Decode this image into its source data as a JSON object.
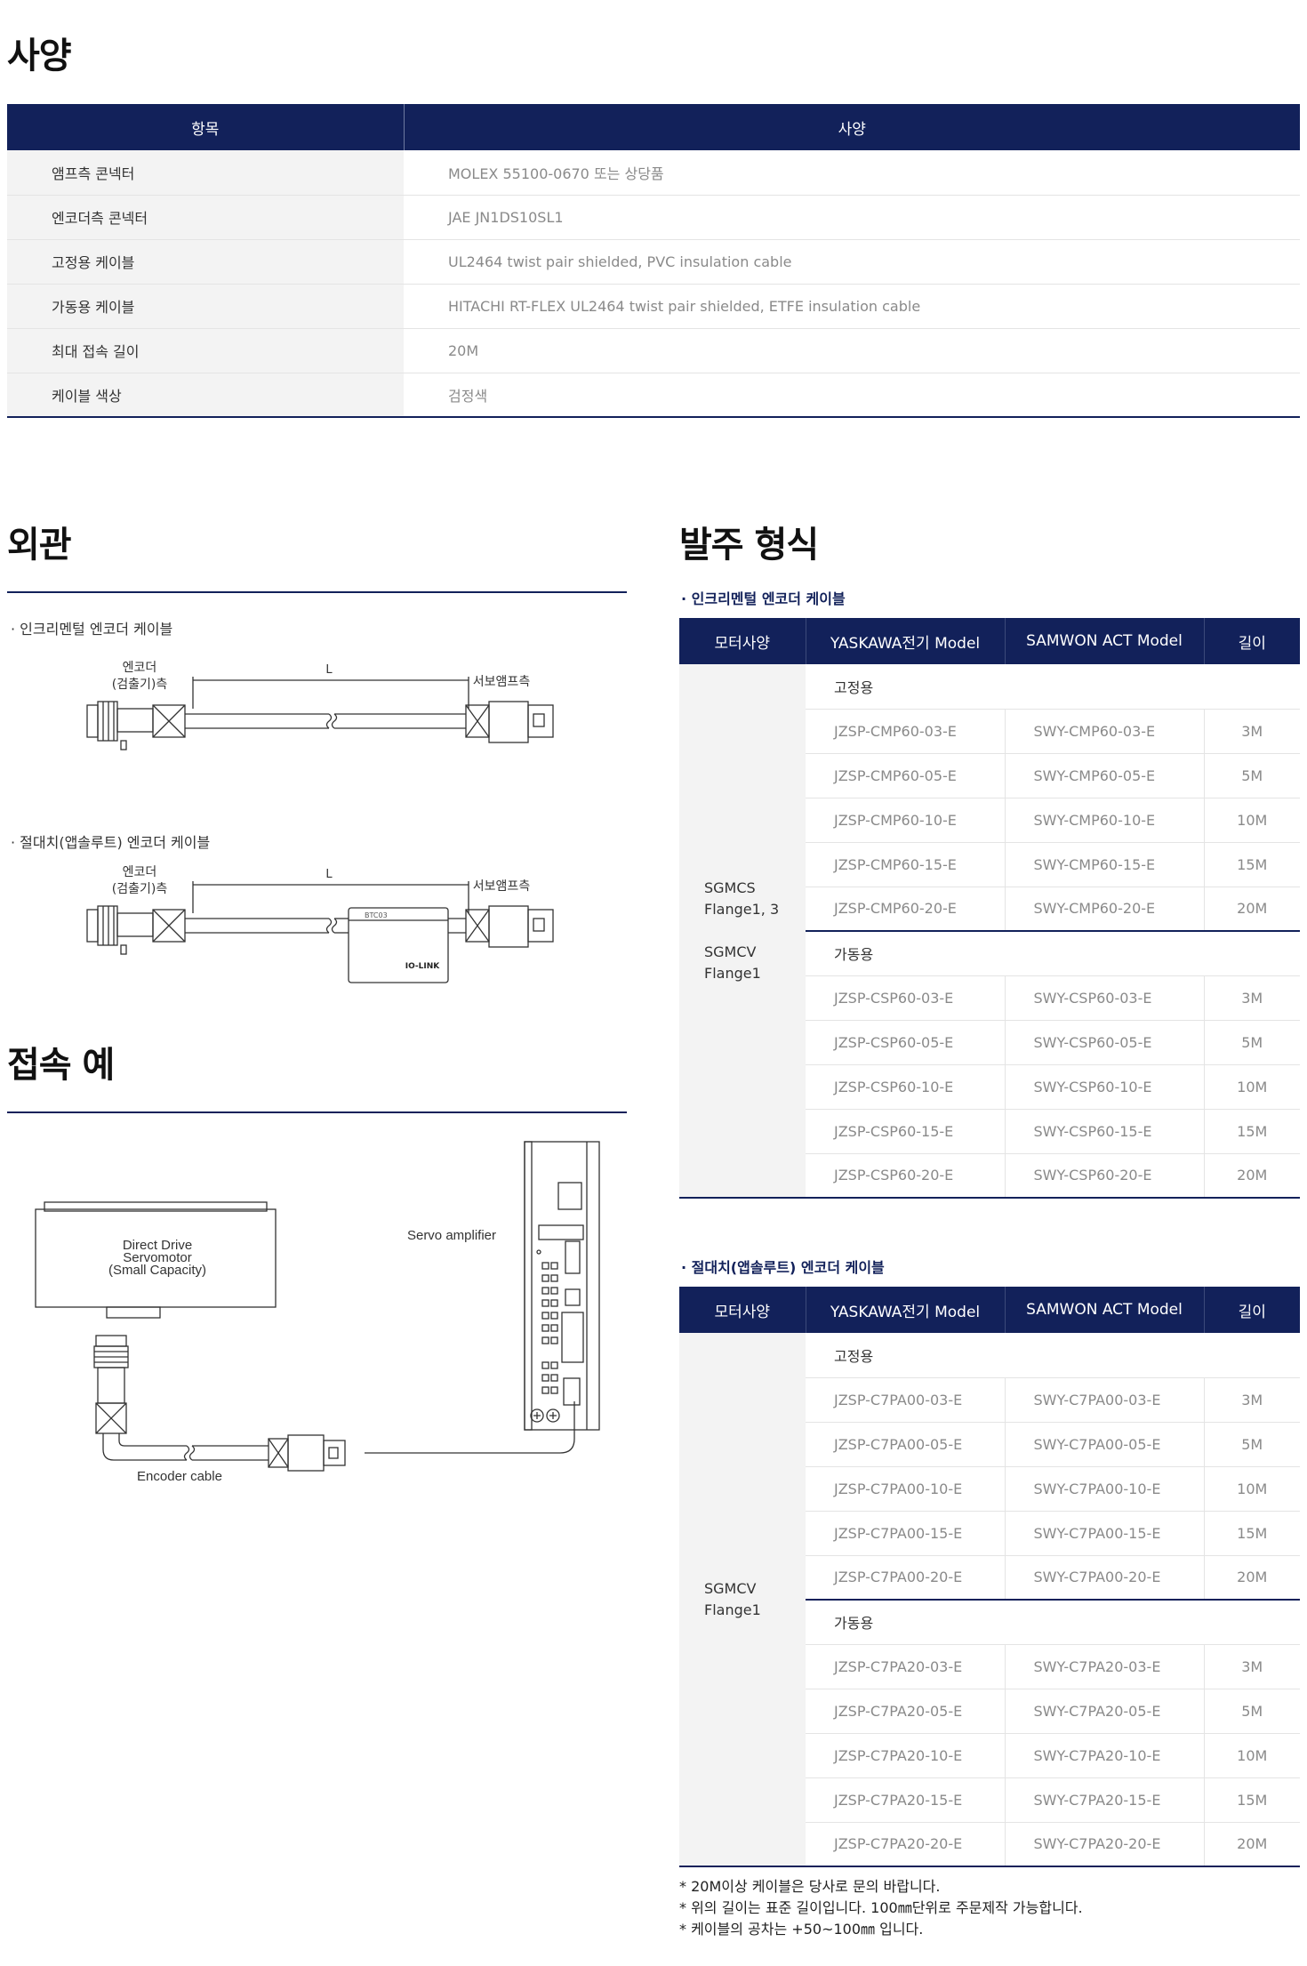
{
  "spec_section": {
    "title": "사양",
    "headers": [
      "항목",
      "사양"
    ],
    "rows": [
      {
        "key": "앰프측 콘넥터",
        "value": "MOLEX 55100-0670 또는 상당품"
      },
      {
        "key": "엔코더측 콘넥터",
        "value": "JAE JN1DS10SL1"
      },
      {
        "key": "고정용 케이블",
        "value": "UL2464 twist pair shielded, PVC insulation cable"
      },
      {
        "key": "가동용 케이블",
        "value": "HITACHI RT-FLEX UL2464 twist pair shielded, ETFE insulation cable"
      },
      {
        "key": "최대 접속 길이",
        "value": "20M"
      },
      {
        "key": "케이블 색상",
        "value": "검정색"
      }
    ]
  },
  "appearance": {
    "title": "외관",
    "incremental_label": "· 인크리멘털 엔코더 케이블",
    "absolute_label": "· 절대치(앱솔루트) 엔코더 케이블",
    "encoder_side_1": "엔코더",
    "encoder_side_2": "(검출기)측",
    "length_mark": "L",
    "amp_side": "서보앰프측",
    "battery_text": "BTC03",
    "battery_logo": "IO-LINK"
  },
  "connection": {
    "title": "접속 예",
    "motor_line1": "Direct Drive",
    "motor_line2": "Servomotor",
    "motor_line3": "(Small Capacity)",
    "amp_label": "Servo amplifier",
    "cable_label": "Encoder cable"
  },
  "order": {
    "title": "발주 형식",
    "headers": [
      "모터사양",
      "YASKAWA전기 Model",
      "SAMWON ACT Model",
      "길이"
    ],
    "table1": {
      "label": "· 인크리멘털 엔코더 케이블",
      "motor": [
        "SGMCS",
        "Flange1, 3",
        "",
        "SGMCV",
        "Flange1"
      ],
      "fixed_label": "고정용",
      "fixed": [
        [
          "JZSP-CMP60-03-E",
          "SWY-CMP60-03-E",
          "3M"
        ],
        [
          "JZSP-CMP60-05-E",
          "SWY-CMP60-05-E",
          "5M"
        ],
        [
          "JZSP-CMP60-10-E",
          "SWY-CMP60-10-E",
          "10M"
        ],
        [
          "JZSP-CMP60-15-E",
          "SWY-CMP60-15-E",
          "15M"
        ],
        [
          "JZSP-CMP60-20-E",
          "SWY-CMP60-20-E",
          "20M"
        ]
      ],
      "moving_label": "가동용",
      "moving": [
        [
          "JZSP-CSP60-03-E",
          "SWY-CSP60-03-E",
          "3M"
        ],
        [
          "JZSP-CSP60-05-E",
          "SWY-CSP60-05-E",
          "5M"
        ],
        [
          "JZSP-CSP60-10-E",
          "SWY-CSP60-10-E",
          "10M"
        ],
        [
          "JZSP-CSP60-15-E",
          "SWY-CSP60-15-E",
          "15M"
        ],
        [
          "JZSP-CSP60-20-E",
          "SWY-CSP60-20-E",
          "20M"
        ]
      ]
    },
    "table2": {
      "label": "· 절대치(앱솔루트) 엔코더 케이블",
      "motor": [
        "SGMCV",
        "Flange1"
      ],
      "fixed_label": "고정용",
      "fixed": [
        [
          "JZSP-C7PA00-03-E",
          "SWY-C7PA00-03-E",
          "3M"
        ],
        [
          "JZSP-C7PA00-05-E",
          "SWY-C7PA00-05-E",
          "5M"
        ],
        [
          "JZSP-C7PA00-10-E",
          "SWY-C7PA00-10-E",
          "10M"
        ],
        [
          "JZSP-C7PA00-15-E",
          "SWY-C7PA00-15-E",
          "15M"
        ],
        [
          "JZSP-C7PA00-20-E",
          "SWY-C7PA00-20-E",
          "20M"
        ]
      ],
      "moving_label": "가동용",
      "moving": [
        [
          "JZSP-C7PA20-03-E",
          "SWY-C7PA20-03-E",
          "3M"
        ],
        [
          "JZSP-C7PA20-05-E",
          "SWY-C7PA20-05-E",
          "5M"
        ],
        [
          "JZSP-C7PA20-10-E",
          "SWY-C7PA20-10-E",
          "10M"
        ],
        [
          "JZSP-C7PA20-15-E",
          "SWY-C7PA20-15-E",
          "15M"
        ],
        [
          "JZSP-C7PA20-20-E",
          "SWY-C7PA20-20-E",
          "20M"
        ]
      ]
    },
    "notes": [
      "* 20M이상 케이블은 당사로 문의 바랍니다.",
      "* 위의 길이는 표준 길이입니다. 100㎜단위로 주문제작 가능합니다.",
      "* 케이블의 공차는 +50~100㎜ 입니다."
    ]
  }
}
